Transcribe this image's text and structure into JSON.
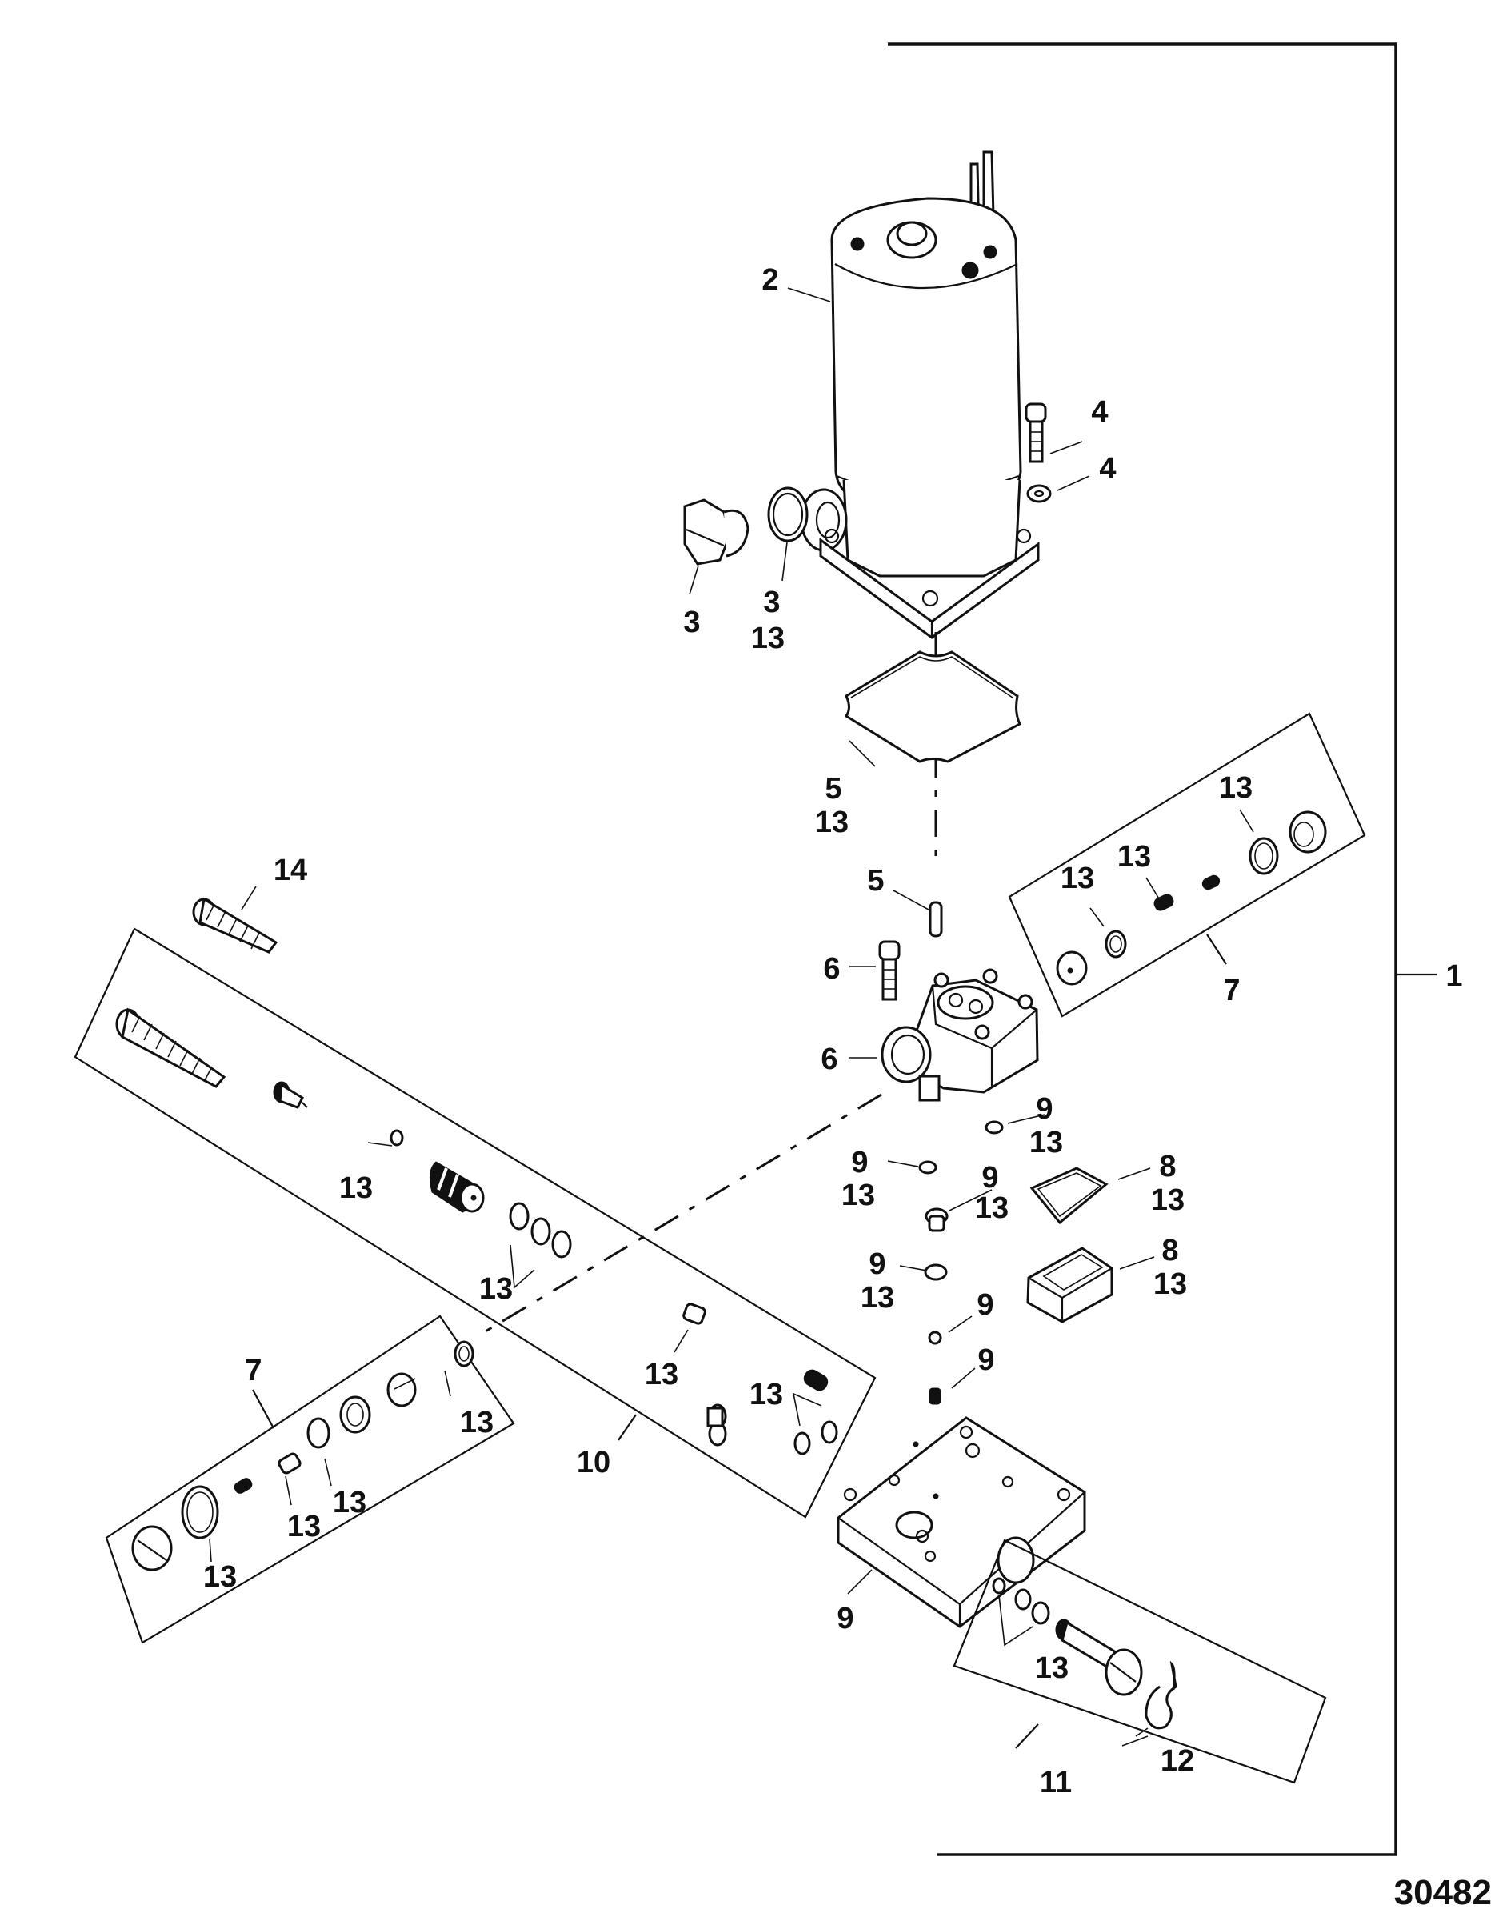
{
  "figure": {
    "type": "exploded-parts-diagram",
    "subject": "Power trim pump and motor assembly",
    "figure_number": "30482"
  },
  "callouts": [
    {
      "id": "c1",
      "text": "1",
      "part": "pump-and-motor-assembly"
    },
    {
      "id": "c2",
      "text": "2",
      "part": "electric-motor"
    },
    {
      "id": "c3a",
      "text": "3",
      "part": "fill-plug"
    },
    {
      "id": "c3b",
      "text": "3",
      "part": "fill-plug-o-ring"
    },
    {
      "id": "c3b13",
      "text": "13",
      "part": "fill-plug-o-ring"
    },
    {
      "id": "c4a",
      "text": "4",
      "part": "motor-screw"
    },
    {
      "id": "c4b",
      "text": "4",
      "part": "motor-washer"
    },
    {
      "id": "c5a",
      "text": "5",
      "part": "motor-gasket"
    },
    {
      "id": "c5a13",
      "text": "13",
      "part": "motor-gasket"
    },
    {
      "id": "c5b",
      "text": "5",
      "part": "drive-pin"
    },
    {
      "id": "c6a",
      "text": "6",
      "part": "pump-screw"
    },
    {
      "id": "c6b",
      "text": "6",
      "part": "pump-body"
    },
    {
      "id": "c7a",
      "text": "7",
      "part": "valve-kit-right"
    },
    {
      "id": "c7b",
      "text": "7",
      "part": "valve-kit-left"
    },
    {
      "id": "c8a",
      "text": "8",
      "part": "seal"
    },
    {
      "id": "c8a13",
      "text": "13",
      "part": "seal"
    },
    {
      "id": "c8b",
      "text": "8",
      "part": "filter"
    },
    {
      "id": "c8b13",
      "text": "13",
      "part": "filter"
    },
    {
      "id": "c9a",
      "text": "9",
      "part": "o-ring"
    },
    {
      "id": "c9a13",
      "text": "13",
      "part": "o-ring"
    },
    {
      "id": "c9b",
      "text": "9",
      "part": "o-ring"
    },
    {
      "id": "c9b13",
      "text": "13",
      "part": "o-ring"
    },
    {
      "id": "c9c",
      "text": "9",
      "part": "check-valve"
    },
    {
      "id": "c9c13",
      "text": "13",
      "part": "check-valve"
    },
    {
      "id": "c9d",
      "text": "9",
      "part": "o-ring"
    },
    {
      "id": "c9d13",
      "text": "13",
      "part": "o-ring"
    },
    {
      "id": "c9e",
      "text": "9",
      "part": "ball"
    },
    {
      "id": "c9f",
      "text": "9",
      "part": "spring"
    },
    {
      "id": "c9g",
      "text": "9",
      "part": "valve-body"
    },
    {
      "id": "c10",
      "text": "10",
      "part": "valve-kit-center"
    },
    {
      "id": "c11",
      "text": "11",
      "part": "manual-release-valve-kit"
    },
    {
      "id": "c12",
      "text": "12",
      "part": "e-ring"
    },
    {
      "id": "c13-k11",
      "text": "13",
      "part": "manual-release-o-rings"
    },
    {
      "id": "c14",
      "text": "14",
      "part": "screw"
    }
  ],
  "kit_labels": {
    "right_kit": [
      "13",
      "13",
      "13"
    ],
    "left_kit": [
      "13",
      "13",
      "13",
      "13"
    ],
    "center_kit": [
      "13",
      "13",
      "13",
      "13"
    ]
  }
}
